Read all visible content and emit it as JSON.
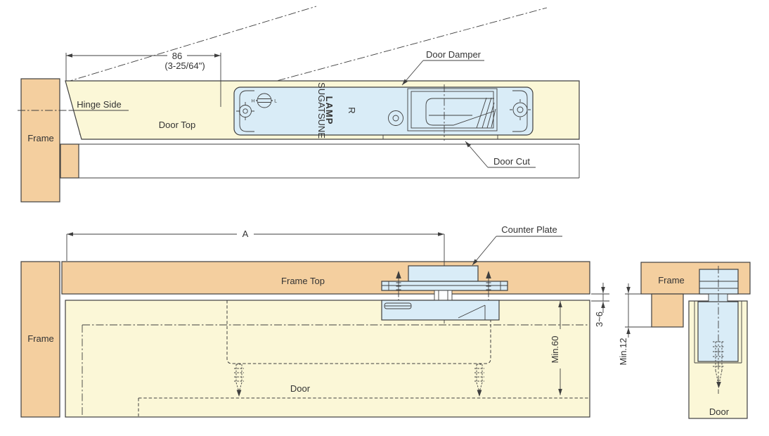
{
  "colors": {
    "frame_wood": "#f4cf9f",
    "door_wood": "#fbf7d7",
    "hardware_blue": "#d9ecf7",
    "line": "#3f3f3f",
    "text": "#333333",
    "background": "#ffffff"
  },
  "top_view": {
    "frame_label": "Frame",
    "hinge_side_label": "Hinge Side",
    "door_top_label": "Door Top",
    "door_damper_label": "Door Damper",
    "door_cut_label": "Door Cut",
    "width_dim_mm": "86",
    "width_dim_inch": "(3-25/64\")",
    "device": {
      "brand": "LAMP",
      "maker": "SUGATSUNE",
      "hand_mark": "R",
      "adjust_left": "H",
      "adjust_right": "L"
    }
  },
  "front_view": {
    "frame_label": "Frame",
    "frame_top_label": "Frame Top",
    "counter_plate_label": "Counter Plate",
    "door_label": "Door",
    "dim_a": "A",
    "dim_mortise_min": "Min.60",
    "dim_gap": "3~6"
  },
  "side_view": {
    "frame_label": "Frame",
    "door_label": "Door",
    "dim_overlap_min": "Min.12"
  }
}
